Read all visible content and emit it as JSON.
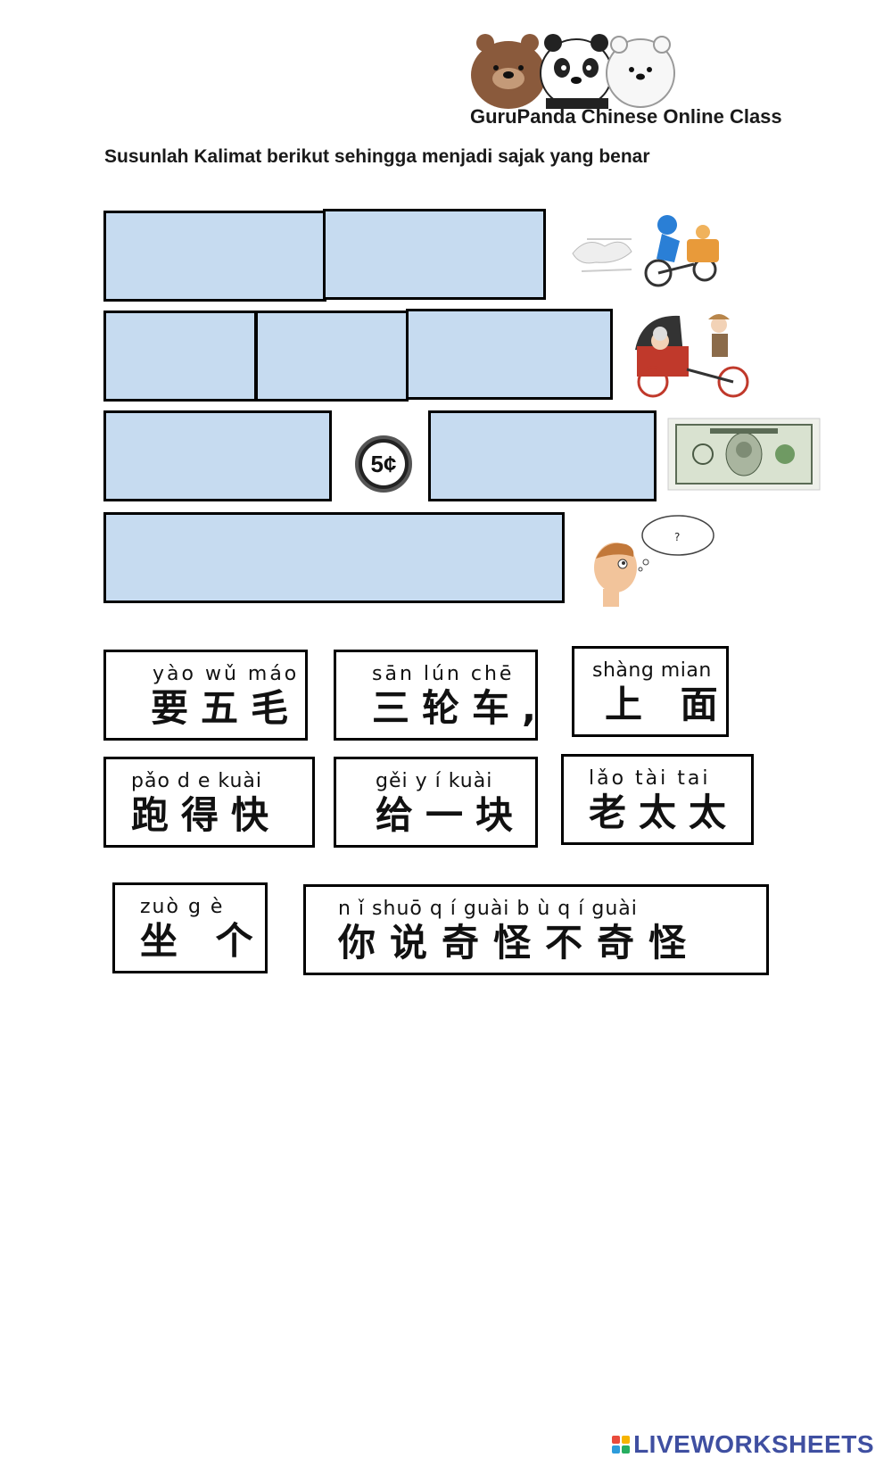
{
  "header": {
    "brand": "GuruPanda Chinese Online Class",
    "instruction": "Susunlah Kalimat berikut sehingga menjadi sajak yang benar"
  },
  "answer_rows": [
    {
      "row": 1,
      "slots": 2,
      "picture": "running-rickshaw-image"
    },
    {
      "row": 2,
      "slots": 3,
      "picture": "tricycle-old-woman-image"
    },
    {
      "row": 3,
      "slots": 2,
      "picture": "dollar-bill-image"
    },
    {
      "row": 4,
      "slots": 1,
      "picture": "confused-man-image"
    }
  ],
  "coin": {
    "label": "5¢"
  },
  "thought_mark": "?",
  "word_cards": [
    {
      "pinyin": "yào wǔ máo",
      "hanzi": "要五毛"
    },
    {
      "pinyin": "sān lún chē",
      "hanzi": "三轮车,"
    },
    {
      "pinyin": "shàng mian",
      "hanzi": "上 面"
    },
    {
      "pinyin": "pǎo d e kuài",
      "hanzi": "跑得快"
    },
    {
      "pinyin": "gěi y í kuài",
      "hanzi": "给一块"
    },
    {
      "pinyin": "lǎo tài tai",
      "hanzi": "老太太"
    },
    {
      "pinyin": "zuò g è",
      "hanzi": "坐 个"
    },
    {
      "pinyin": "n ǐ shuō q í guài b ù q í guài",
      "hanzi": "你说奇怪不奇怪"
    }
  ],
  "footer": {
    "logo_text": "LIVEWORKSHEETS"
  },
  "colors": {
    "slot_fill": "#c6dbf0",
    "logo": "#3f4fa1"
  }
}
